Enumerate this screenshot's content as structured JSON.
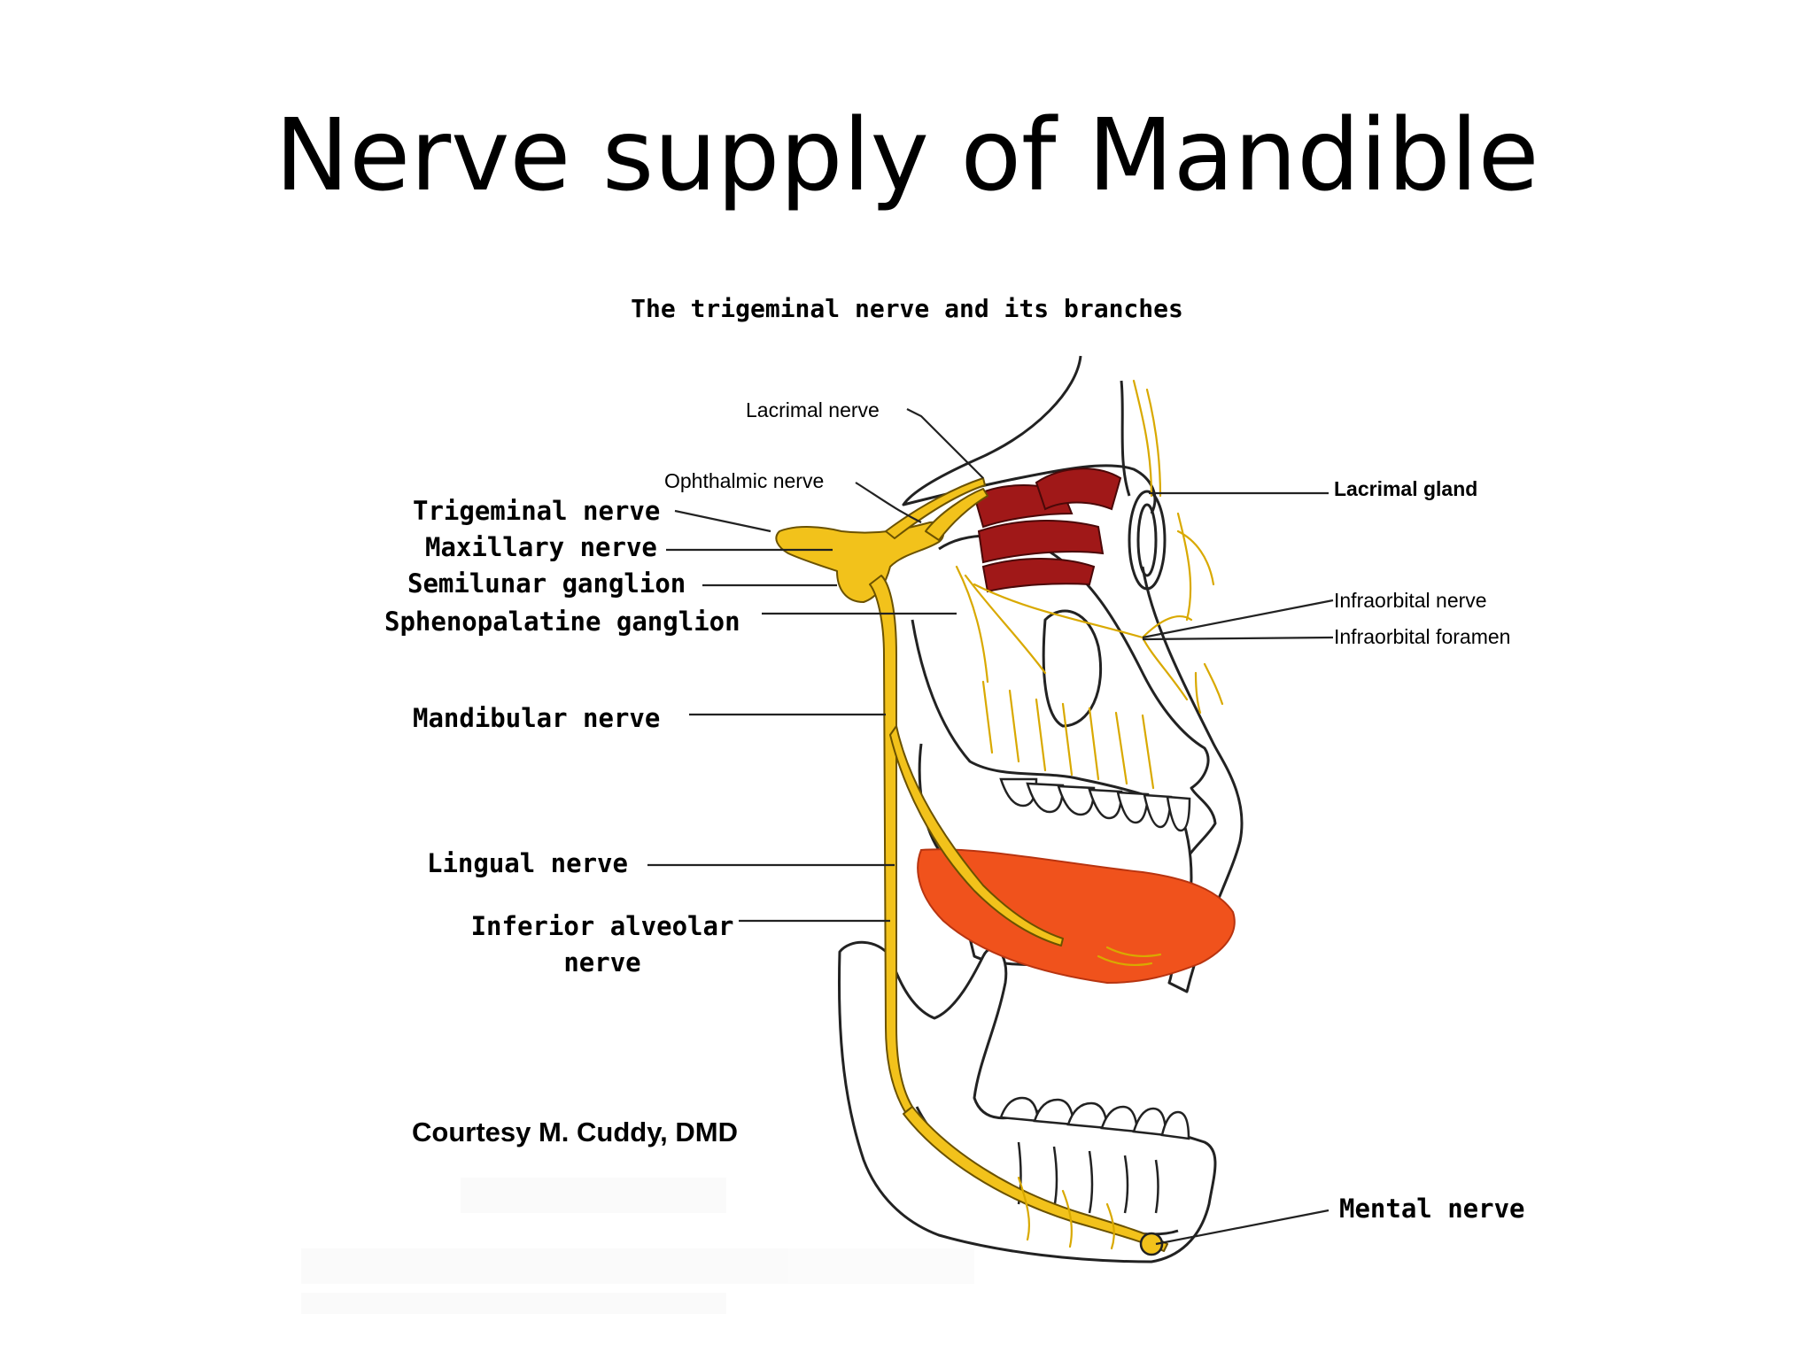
{
  "slide": {
    "title": "Nerve supply of Mandible"
  },
  "figure": {
    "title": "The trigeminal nerve and its branches",
    "credit": "Courtesy M. Cuddy, DMD",
    "labels": {
      "lacrimal_nerve": "Lacrimal nerve",
      "ophthalmic_nerve": "Ophthalmic nerve",
      "trigeminal_nerve": "Trigeminal nerve",
      "maxillary_nerve": "Maxillary nerve",
      "semilunar_ganglion": "Semilunar ganglion",
      "sphenopalatine_ganglion": "Sphenopalatine ganglion",
      "mandibular_nerve": "Mandibular nerve",
      "lingual_nerve": "Lingual nerve",
      "inferior_alveolar_line1": "Inferior alveolar",
      "inferior_alveolar_line2": "nerve",
      "lacrimal_gland": "Lacrimal gland",
      "infraorbital_nerve": "Infraorbital nerve",
      "infraorbital_foramen": "Infraorbital foramen",
      "mental_nerve": "Mental nerve"
    },
    "colors": {
      "nerve": "#f2c21b",
      "nerve_outline": "#6b5200",
      "tongue": "#f0521c",
      "muscle": "#a01818",
      "bone_outline": "#222222"
    }
  }
}
